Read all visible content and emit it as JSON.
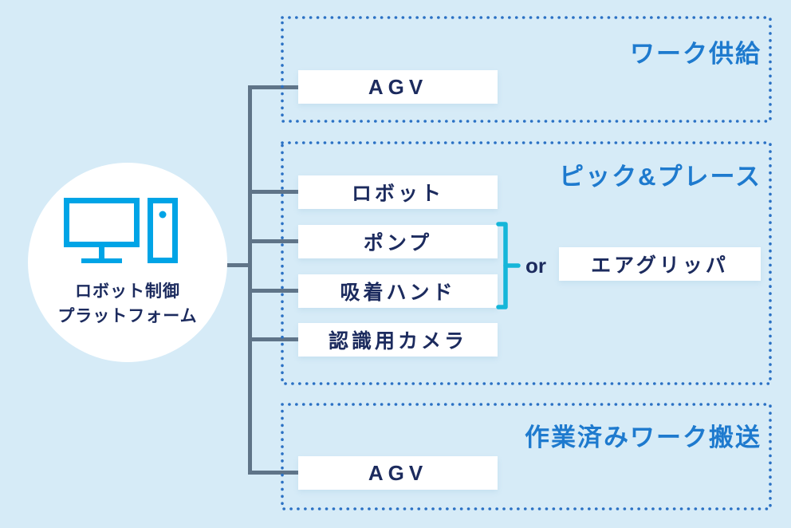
{
  "platform": {
    "label_line1": "ロボット制御",
    "label_line2": "プラットフォーム"
  },
  "sections": {
    "work_supply": {
      "title": "ワーク供給",
      "agv_label": "AGV"
    },
    "pick_place": {
      "title": "ピック&プレース",
      "robot_label": "ロボット",
      "pump_label": "ポンプ",
      "suction_hand_label": "吸着ハンド",
      "camera_label": "認識用カメラ",
      "or_label": "or",
      "air_gripper_label": "エアグリッパ"
    },
    "transport": {
      "title": "作業済みワーク搬送",
      "agv_label": "AGV"
    }
  },
  "colors": {
    "background": "#d6ebf7",
    "dotted_border": "#2b71c4",
    "section_title": "#1e7ace",
    "node_text": "#1c2b5e",
    "node_background": "#ffffff",
    "connector_line": "#5f7488",
    "bracket": "#15b6d9",
    "computer_icon": "#00a4e6"
  }
}
